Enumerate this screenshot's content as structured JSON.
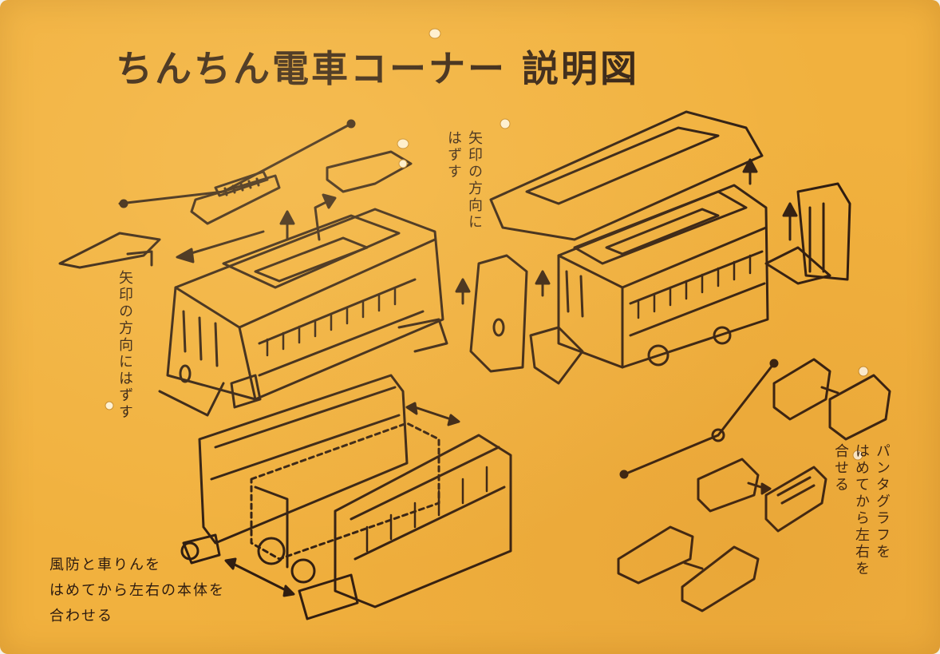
{
  "title": "ちんちん電車コーナー 説明図",
  "captions": {
    "arrow_top": "矢印の方向に\nはずす",
    "arrow_left": "矢印の方向にはずす",
    "pantograph": "パンタグラフを\nはめてから左右を\n合せる",
    "bottom": "風防と車りんを\nはめてから左右の本体を\n合わせる"
  },
  "colors": {
    "card": "#f1b13e",
    "ink": "#2b1a10"
  }
}
